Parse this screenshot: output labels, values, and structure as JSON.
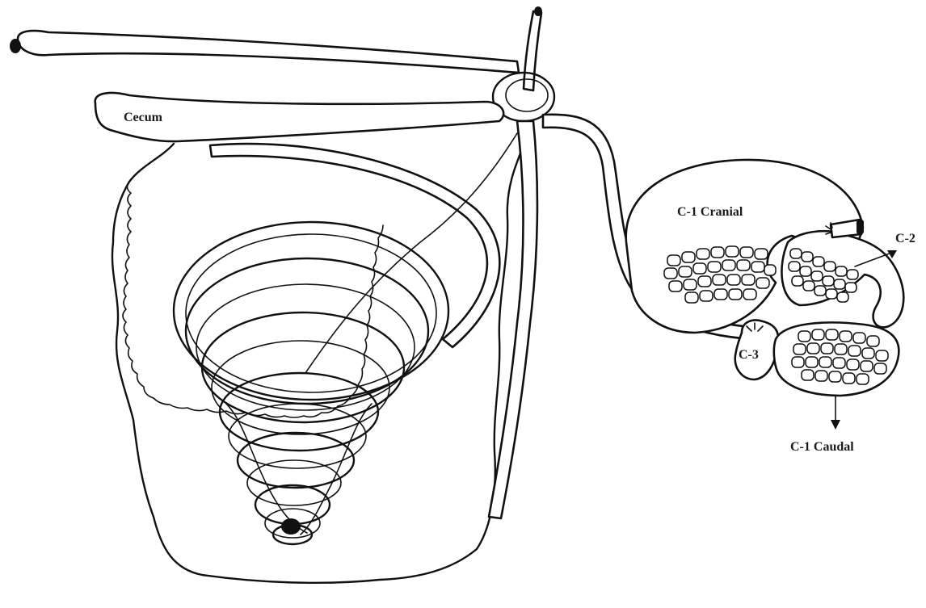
{
  "labels": {
    "cecum": "Cecum",
    "c1_cranial": "C-1 Cranial",
    "c2": "C-2",
    "c3": "C-3",
    "c1_caudal": "C-1 Caudal"
  },
  "colors": {
    "ink": "#111111",
    "paper": "#ffffff"
  }
}
